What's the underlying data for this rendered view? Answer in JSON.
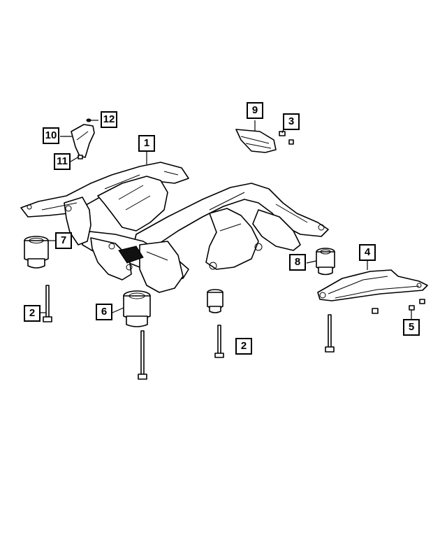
{
  "diagram": {
    "callouts": [
      {
        "id": "c1",
        "label": "1"
      },
      {
        "id": "c2a",
        "label": "2"
      },
      {
        "id": "c2b",
        "label": "2"
      },
      {
        "id": "c3",
        "label": "3"
      },
      {
        "id": "c4",
        "label": "4"
      },
      {
        "id": "c5",
        "label": "5"
      },
      {
        "id": "c6",
        "label": "6"
      },
      {
        "id": "c7",
        "label": "7"
      },
      {
        "id": "c8",
        "label": "8"
      },
      {
        "id": "c9",
        "label": "9"
      },
      {
        "id": "c10",
        "label": "10"
      },
      {
        "id": "c11",
        "label": "11"
      },
      {
        "id": "c12",
        "label": "12"
      }
    ]
  }
}
